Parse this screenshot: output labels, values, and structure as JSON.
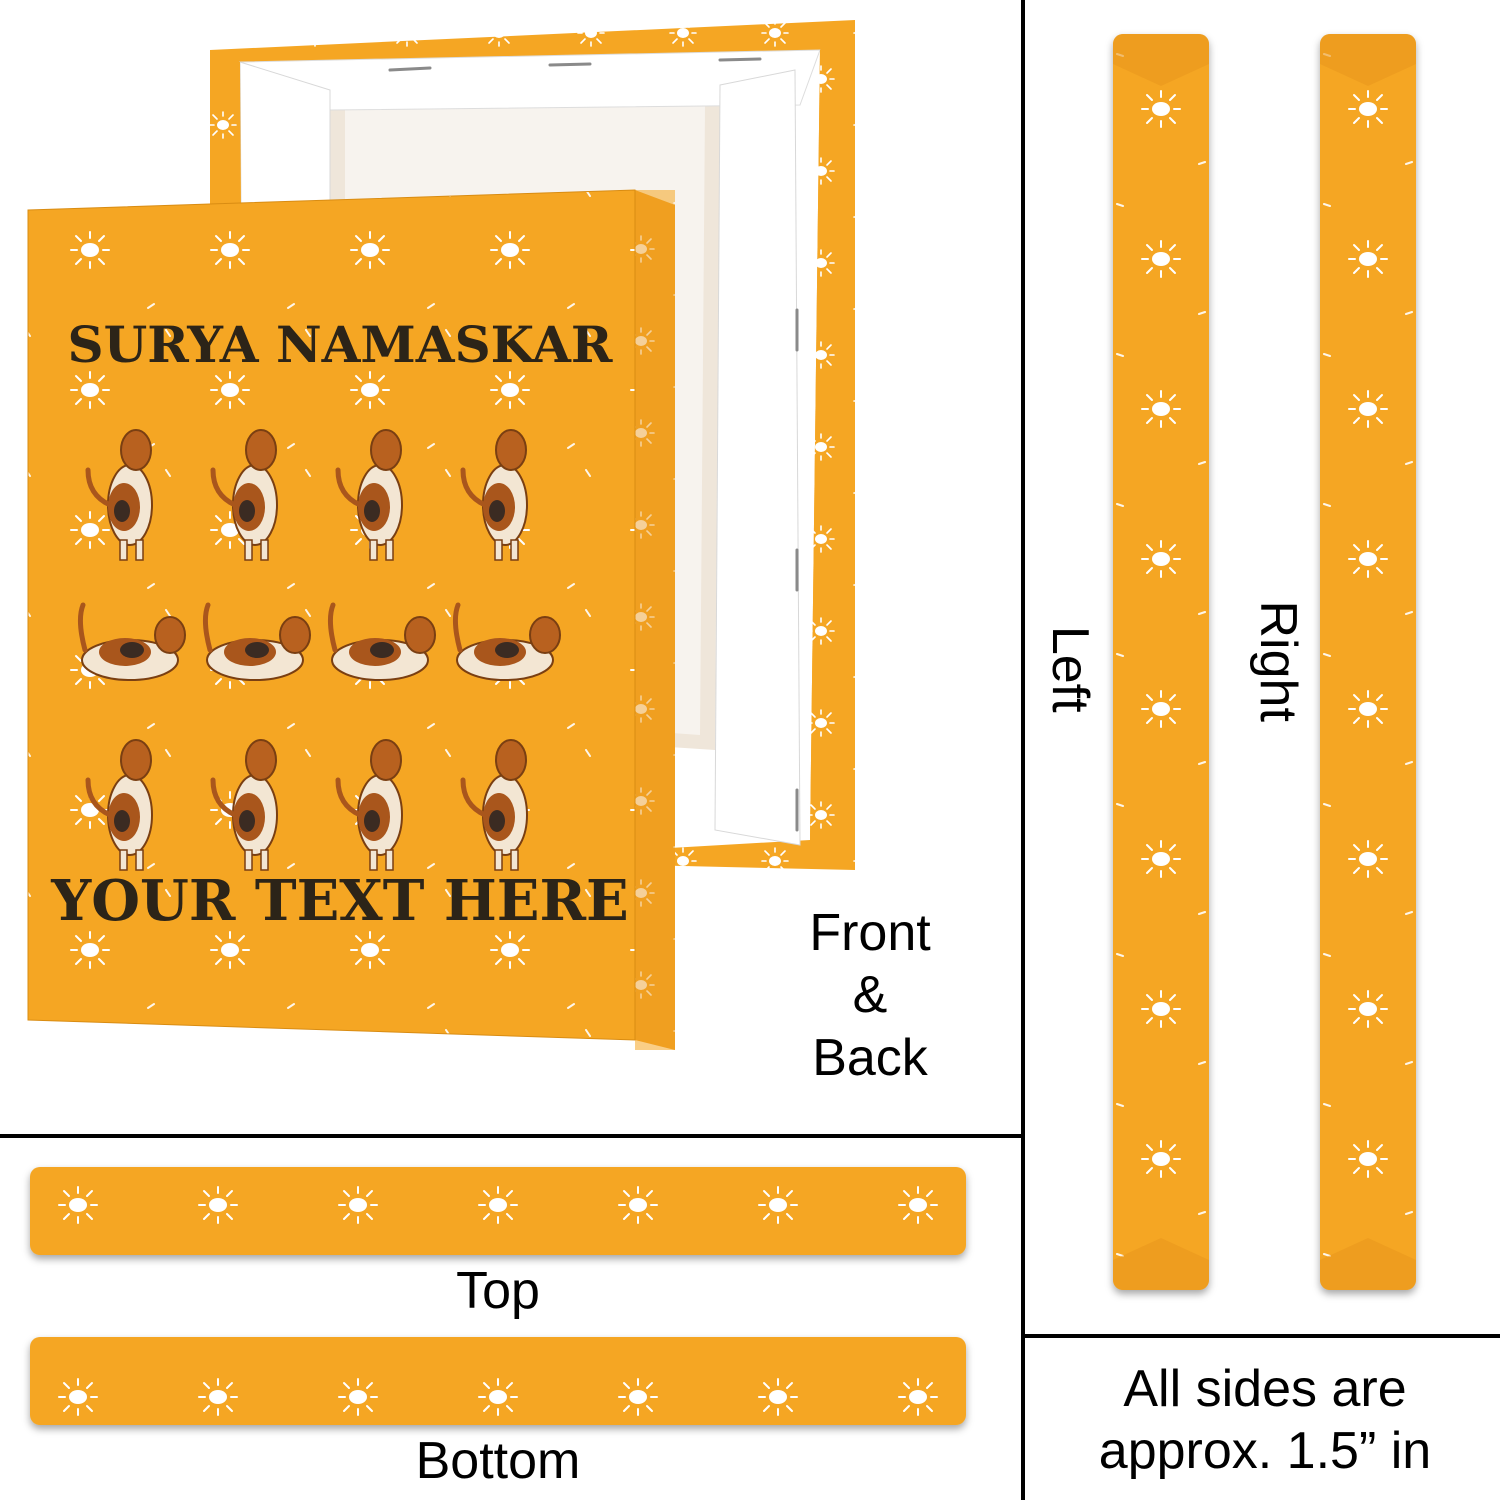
{
  "colors": {
    "canvas_orange": "#f5a623",
    "sun_white": "#ffffff",
    "title_text": "#2c2418",
    "divider": "#000000"
  },
  "product": {
    "front_title": "SURYA NAMASKAR",
    "front_subtitle": "YOUR TEXT HERE",
    "illustration_rows": 3,
    "illustration_cols": 4,
    "icon": "sun-pattern"
  },
  "labels": {
    "front_back_line1": "Front",
    "front_back_line2": "&",
    "front_back_line3": "Back",
    "top": "Top",
    "bottom": "Bottom",
    "left": "Left",
    "right": "Right",
    "note_line1": "All sides are",
    "note_line2": "approx. 1.5” in"
  }
}
